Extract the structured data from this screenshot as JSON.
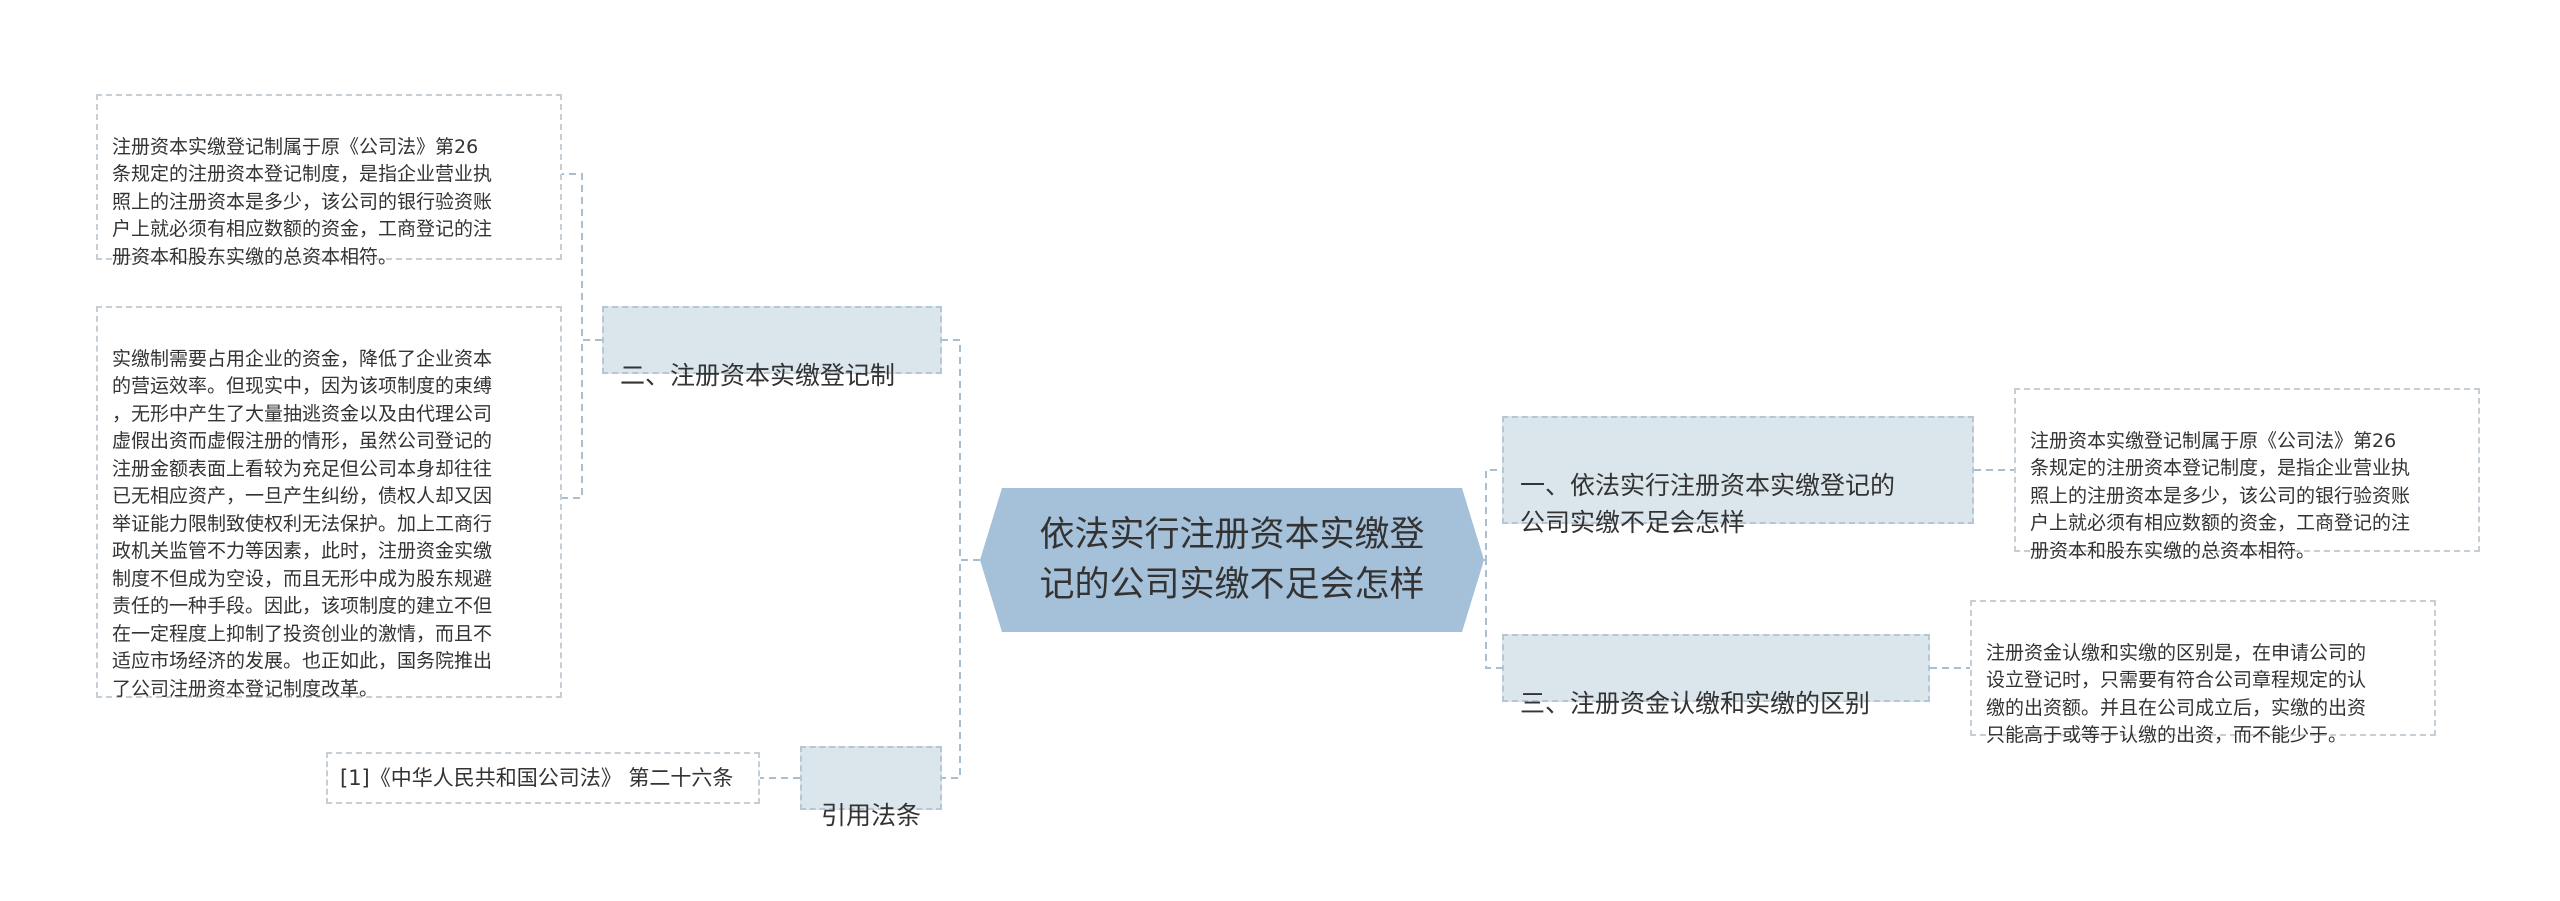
{
  "center": {
    "label": "依法实行注册资本实缴登\n记的公司实缴不足会怎样"
  },
  "left": {
    "branch_registration_system": {
      "label": "二、注册资本实缴登记制",
      "details": [
        "注册资本实缴登记制属于原《公司法》第26\n条规定的注册资本登记制度，是指企业营业执\n照上的注册资本是多少，该公司的银行验资账\n户上就必须有相应数额的资金，工商登记的注\n册资本和股东实缴的总资本相符。",
        "实缴制需要占用企业的资金，降低了企业资本\n的营运效率。但现实中，因为该项制度的束缚\n，无形中产生了大量抽逃资金以及由代理公司\n虚假出资而虚假注册的情形，虽然公司登记的\n注册金额表面上看较为充足但公司本身却往往\n已无相应资产，一旦产生纠纷，债权人却又因\n举证能力限制致使权利无法保护。加上工商行\n政机关监管不力等因素，此时，注册资金实缴\n制度不但成为空设，而且无形中成为股东规避\n责任的一种手段。因此，该项制度的建立不但\n在一定程度上抑制了投资创业的激情，而且不\n适应市场经济的发展。也正如此，国务院推出\n了公司注册资本登记制度改革。"
      ]
    },
    "branch_citation": {
      "label": "引用法条",
      "reference": "[1]《中华人民共和国公司法》 第二十六条"
    }
  },
  "right": {
    "branch_insufficient": {
      "label": "一、依法实行注册资本实缴登记的\n公司实缴不足会怎样",
      "detail": "注册资本实缴登记制属于原《公司法》第26\n条规定的注册资本登记制度，是指企业营业执\n照上的注册资本是多少，该公司的银行验资账\n户上就必须有相应数额的资金，工商登记的注\n册资本和股东实缴的总资本相符。"
    },
    "branch_difference": {
      "label": "三、注册资金认缴和实缴的区别",
      "detail": "注册资金认缴和实缴的区别是，在申请公司的\n设立登记时，只需要有符合公司章程规定的认\n缴的出资额。并且在公司成立后，实缴的出资\n只能高于或等于认缴的出资，而不能少于。"
    }
  },
  "colors": {
    "center_fill": "#a5c0d9",
    "branch_fill": "#dbe5ec",
    "connector": "#a9bfcf",
    "leaf_border": "#c6ced6"
  }
}
